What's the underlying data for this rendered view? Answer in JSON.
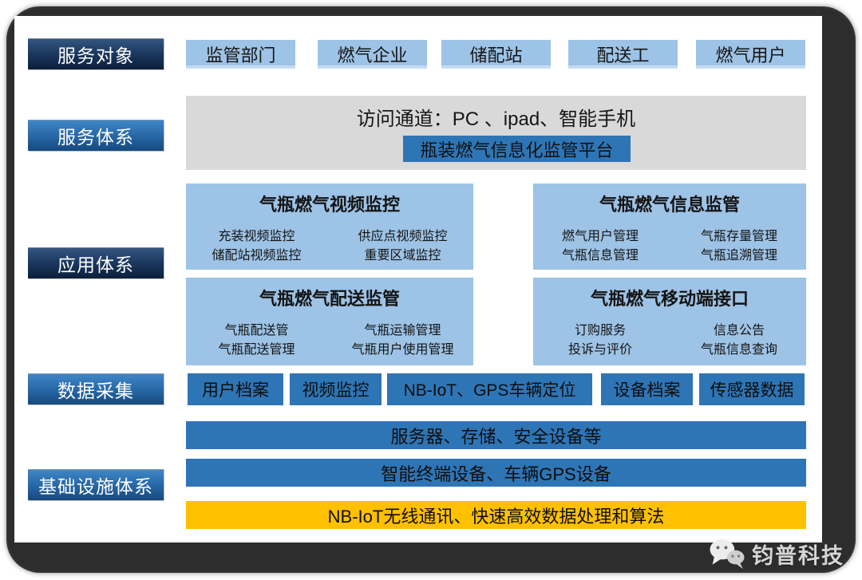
{
  "left_labels": [
    {
      "label": "服务对象"
    },
    {
      "label": "服务体系"
    },
    {
      "label": "应用体系"
    },
    {
      "label": "数据采集"
    },
    {
      "label": "基础设施体系"
    }
  ],
  "service_objects": [
    "监管部门",
    "燃气企业",
    "储配站",
    "配送工",
    "燃气用户"
  ],
  "service_system": {
    "channel": "访问通道：PC 、ipad、智能手机",
    "platform": "瓶装燃气信息化监管平台"
  },
  "app_boxes": [
    {
      "title": "气瓶燃气视频监控",
      "items": [
        [
          "充装视频监控",
          "供应点视频监控"
        ],
        [
          "储配站视频监控",
          "重要区域监控"
        ]
      ]
    },
    {
      "title": "气瓶燃气信息监管",
      "items": [
        [
          "燃气用户管理",
          "气瓶存量管理"
        ],
        [
          "气瓶信息管理",
          "气瓶追溯管理"
        ]
      ]
    },
    {
      "title": "气瓶燃气配送监管",
      "items": [
        [
          "气瓶配送管",
          "气瓶运输管理"
        ],
        [
          "气瓶配送管理",
          "气瓶用户使用管理"
        ]
      ]
    },
    {
      "title": "气瓶燃气移动端接口",
      "items": [
        [
          "订购服务",
          "信息公告"
        ],
        [
          "投诉与评价",
          "气瓶信息查询"
        ]
      ]
    }
  ],
  "data_collection": [
    "用户档案",
    "视频监控",
    "NB-IoT、GPS车辆定位",
    "设备档案",
    "传感器数据"
  ],
  "infrastructure": [
    {
      "label": "服务器、存储、安全设备等"
    },
    {
      "label": "智能终端设备、车辆GPS设备"
    },
    {
      "label": "NB-IoT无线通讯、快速高效数据处理和算法"
    }
  ],
  "logo": {
    "text": "钧普科技",
    "icon": "chat-bubbles-icon"
  },
  "colors": {
    "light_blue": "#9dc3e6",
    "mid_blue": "#2e75b6",
    "gray_band": "#d9d9d9",
    "orange": "#ffc000",
    "frame_dark": "#2d2d2d",
    "banner_dark_top": "#33567e",
    "banner_dark_bottom": "#0b1f3a",
    "banner_bright_top": "#3f86c6",
    "banner_bright_bottom": "#164a7e",
    "text_dark": "#141414",
    "logo_text": "#d6d6d6"
  }
}
